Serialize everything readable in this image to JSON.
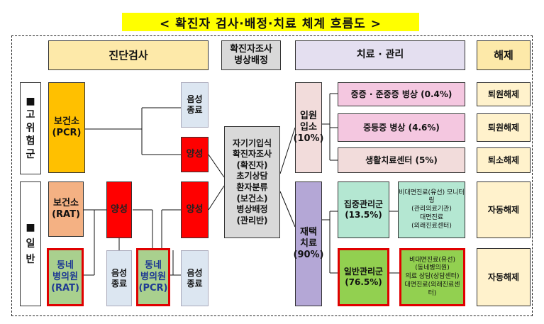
{
  "title": "< 확진자 검사·배정·치료 체계 흐름도 >",
  "headers": {
    "diagnosis": "진단검사",
    "investigation": "확진자조사\n병상배정",
    "treatment": "치료 · 관리",
    "release": "해제"
  },
  "categories": {
    "high_risk": "■\n고\n위\n험\n군",
    "general": "■\n일\n반"
  },
  "nodes": {
    "health_center_pcr": "보건소\n(PCR)",
    "health_center_rat": "보건소\n(RAT)",
    "clinic_rat": "동네\n병의원\n(RAT)",
    "clinic_pcr": "동네\n병의원\n(PCR)",
    "positive_rat": "양성",
    "negative_rat": "음성\n종료",
    "negative_top": "음성\n종료",
    "positive_top": "양성",
    "positive_bottom": "양성",
    "negative_bottom": "음성\n종료",
    "investigation_center": "자기기입식\n확진자조사\n(확진자)\n초기상담\n환자분류\n(보건소)\n병상배정\n(관리반)",
    "inpatient": "입원\n입소\n(10%)",
    "home_care": "재택\n치료\n(90%)",
    "severe": "중증 · 준중증 병상 (0.4%)",
    "moderate": "중등증 병상 (4.6%)",
    "living_center": "생활치료센터 (5%)",
    "intensive_group": "집중관리군\n(13.5%)",
    "intensive_detail": "비대면진료(유선) 모니터링\n(관리의료기관)\n대면진료\n(외래진료센터)",
    "general_group": "일반관리군\n(76.5%)",
    "general_detail": "비대면진료(유선)\n(동네병의원)\n의료 상담(상담센터)\n대면진료(외래진료센터)"
  },
  "release": {
    "discharge1": "퇴원해제",
    "discharge2": "퇴원해제",
    "discharge3": "퇴소해제",
    "auto1": "자동해제",
    "auto2": "자동해제"
  }
}
